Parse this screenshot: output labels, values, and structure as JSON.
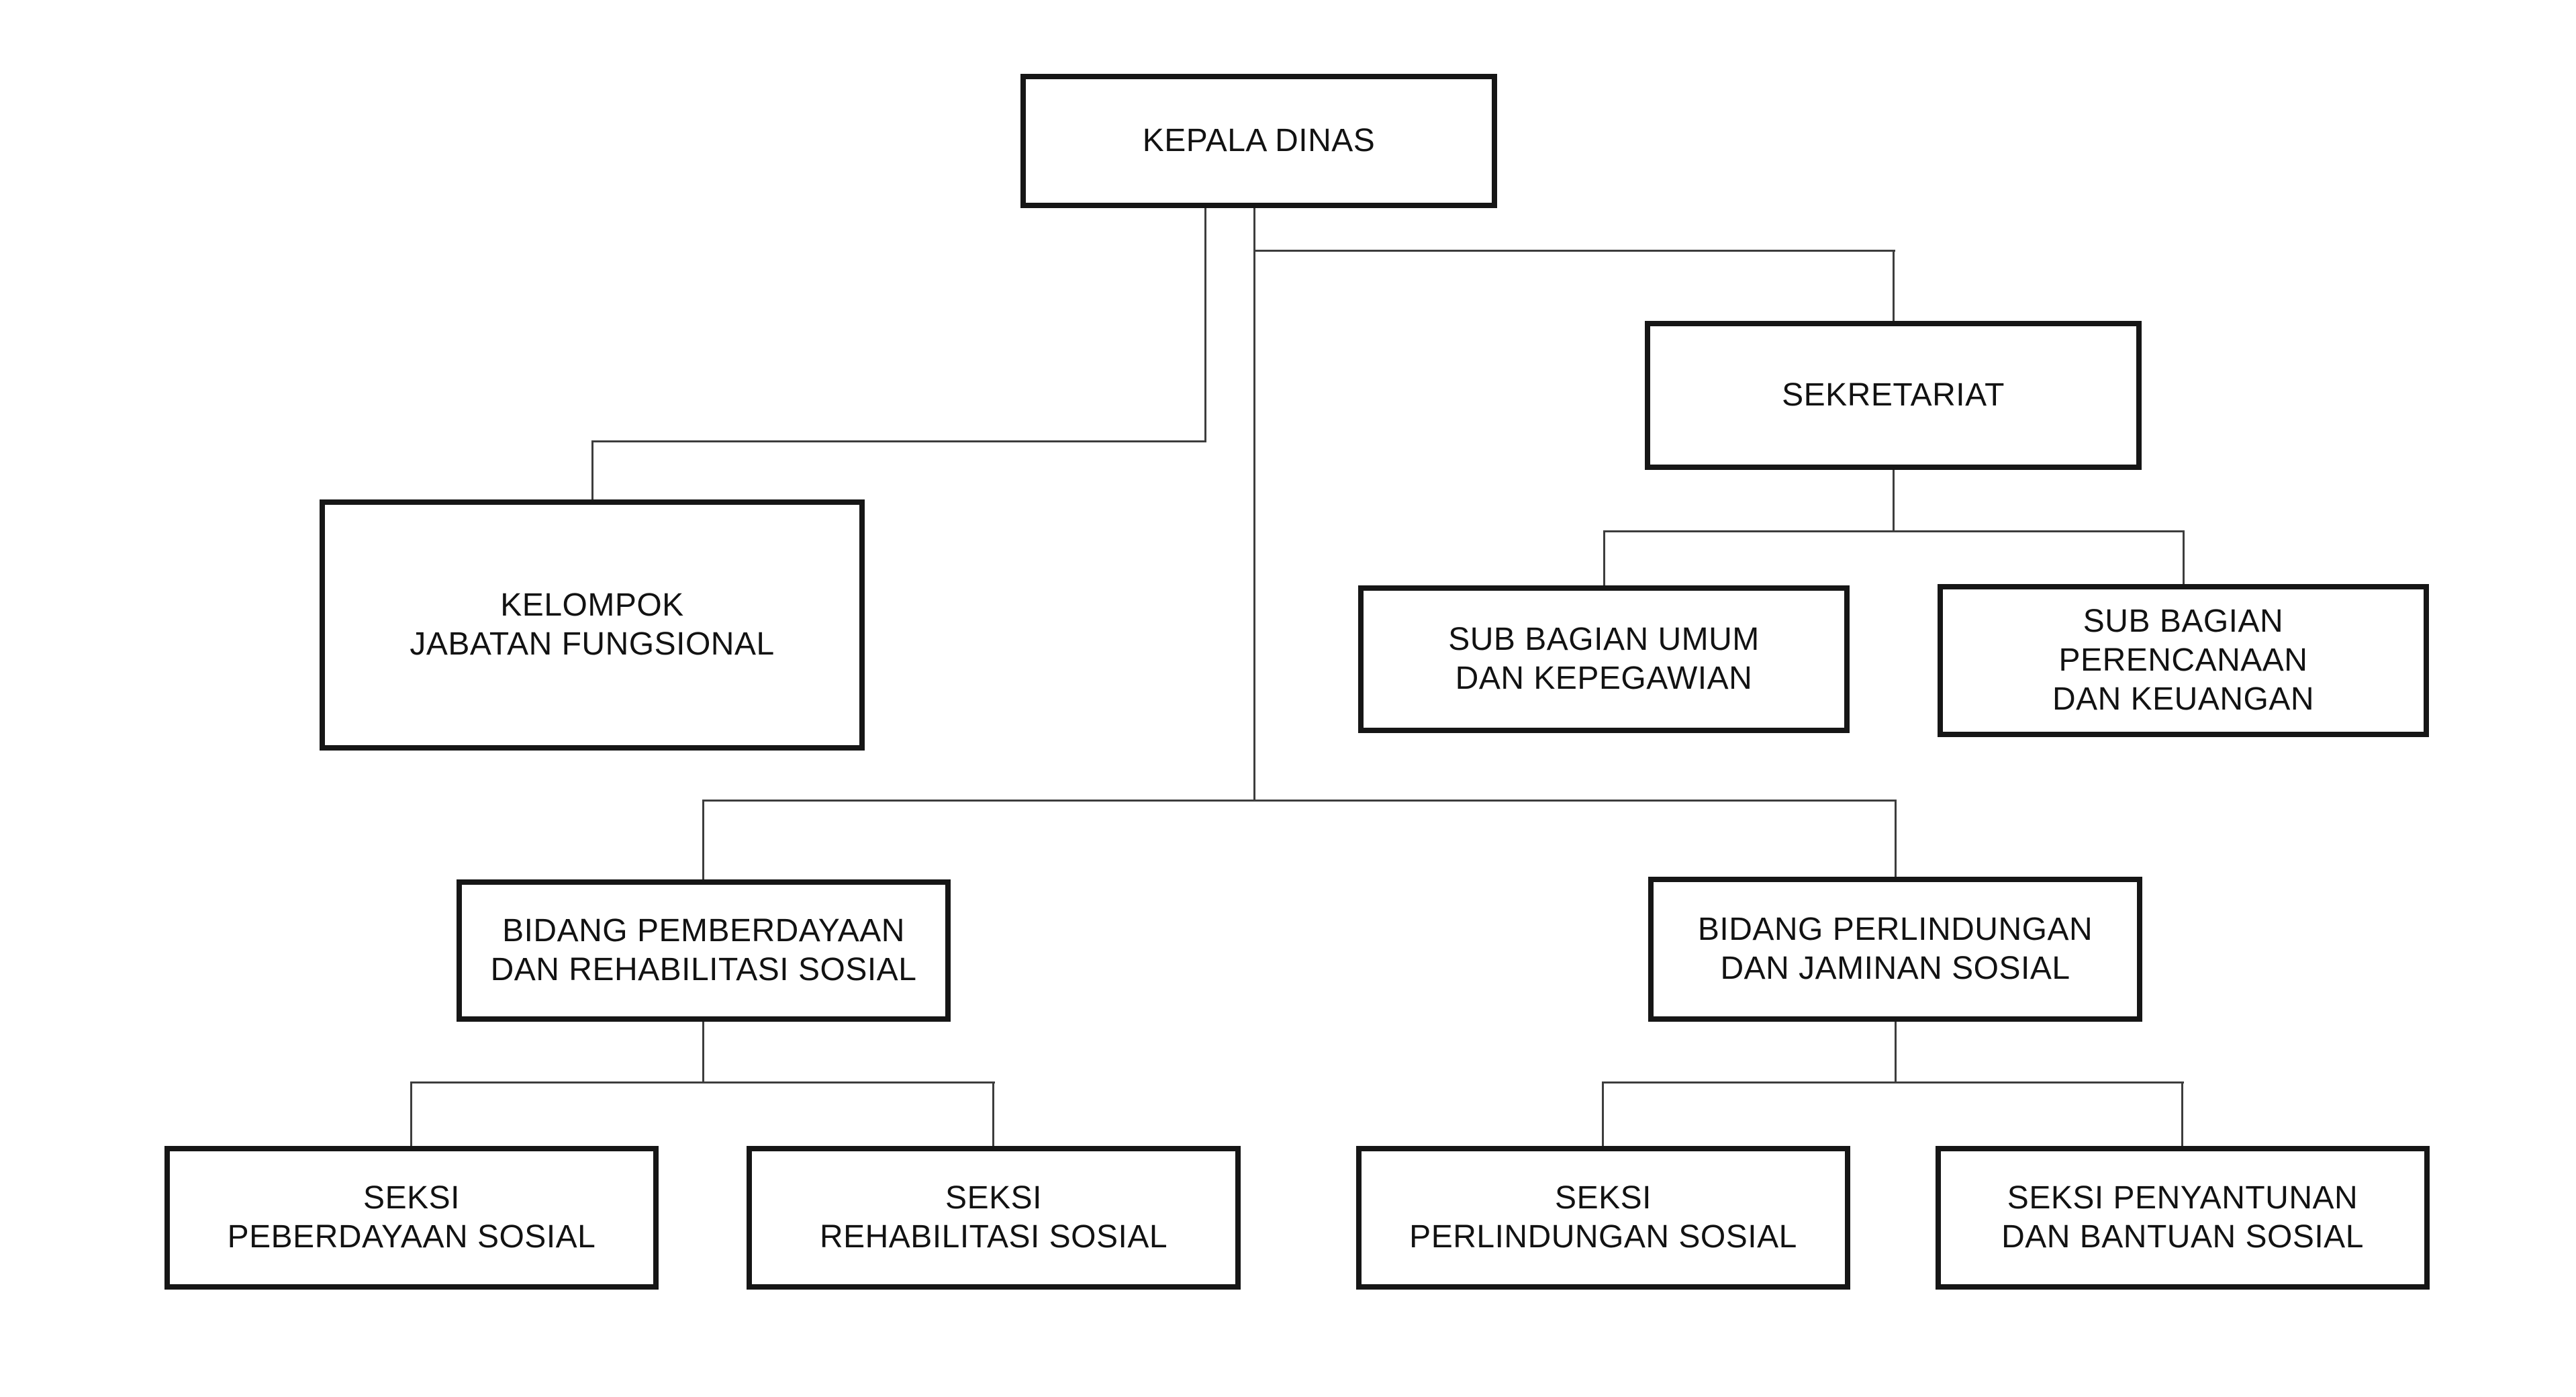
{
  "chart": {
    "type": "org-chart",
    "colors": {
      "background": "#ffffff",
      "box_border": "#161616",
      "connector": "#3d3d3d",
      "text": "#121212"
    },
    "nodes": [
      {
        "id": "kepala-dinas",
        "lines": [
          "KEPALA DINAS"
        ],
        "parent": null
      },
      {
        "id": "kelompok-jabatan-fungsional",
        "lines": [
          "KELOMPOK",
          "JABATAN FUNGSIONAL"
        ],
        "parent": "kepala-dinas"
      },
      {
        "id": "sekretariat",
        "lines": [
          "SEKRETARIAT"
        ],
        "parent": "kepala-dinas"
      },
      {
        "id": "sub-bagian-umum",
        "lines": [
          "SUB BAGIAN UMUM",
          "DAN KEPEGAWIAN"
        ],
        "parent": "sekretariat"
      },
      {
        "id": "sub-bagian-perencanaan",
        "lines": [
          "SUB BAGIAN",
          "PERENCANAAN",
          "DAN KEUANGAN"
        ],
        "parent": "sekretariat"
      },
      {
        "id": "bidang-pemberdayaan",
        "lines": [
          "BIDANG PEMBERDAYAAN",
          "DAN REHABILITASI SOSIAL"
        ],
        "parent": "kepala-dinas"
      },
      {
        "id": "bidang-perlindungan",
        "lines": [
          "BIDANG PERLINDUNGAN",
          "DAN JAMINAN SOSIAL"
        ],
        "parent": "kepala-dinas"
      },
      {
        "id": "seksi-peberdayaan-sosial",
        "lines": [
          "SEKSI",
          "PEBERDAYAAN SOSIAL"
        ],
        "parent": "bidang-pemberdayaan"
      },
      {
        "id": "seksi-rehabilitasi-sosial",
        "lines": [
          "SEKSI",
          "REHABILITASI SOSIAL"
        ],
        "parent": "bidang-pemberdayaan"
      },
      {
        "id": "seksi-perlindungan-sosial",
        "lines": [
          "SEKSI",
          "PERLINDUNGAN SOSIAL"
        ],
        "parent": "bidang-perlindungan"
      },
      {
        "id": "seksi-penyantunan",
        "lines": [
          "SEKSI PENYANTUNAN",
          "DAN BANTUAN SOSIAL"
        ],
        "parent": "bidang-perlindungan"
      }
    ]
  }
}
